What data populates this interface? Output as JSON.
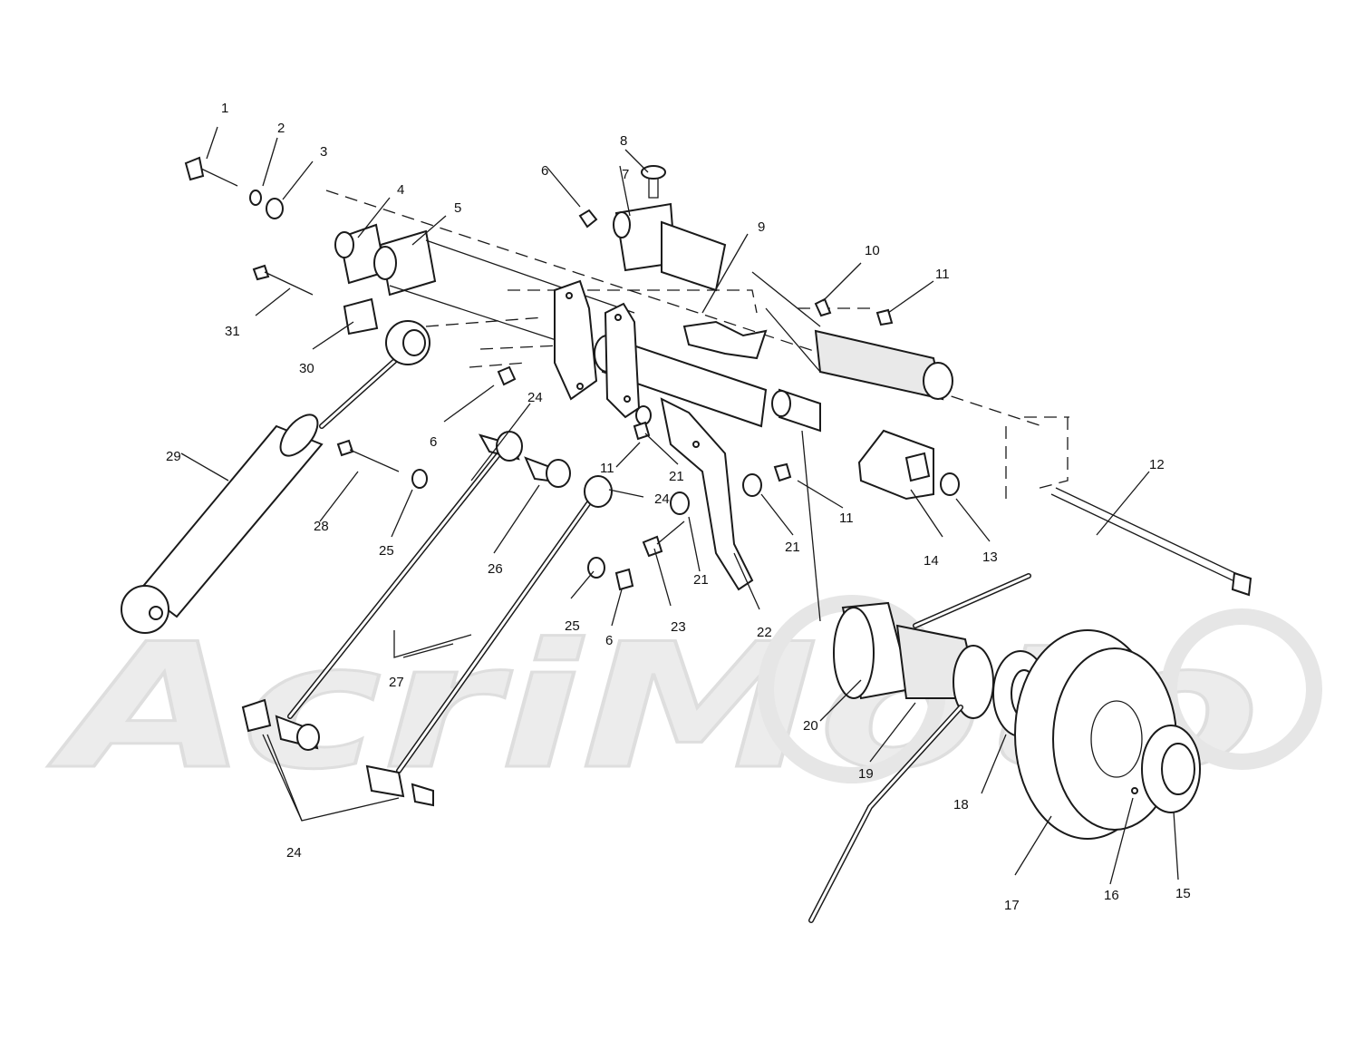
{
  "watermark": {
    "text": "AcriMoto"
  },
  "callouts": [
    {
      "id": "c1",
      "label": "1"
    },
    {
      "id": "c2",
      "label": "2"
    },
    {
      "id": "c3",
      "label": "3"
    },
    {
      "id": "c4",
      "label": "4"
    },
    {
      "id": "c5",
      "label": "5"
    },
    {
      "id": "c6a",
      "label": "6"
    },
    {
      "id": "c6b",
      "label": "6"
    },
    {
      "id": "c6c",
      "label": "6"
    },
    {
      "id": "c6d",
      "label": "6"
    },
    {
      "id": "c7",
      "label": "7"
    },
    {
      "id": "c8",
      "label": "8"
    },
    {
      "id": "c9",
      "label": "9"
    },
    {
      "id": "c10",
      "label": "10"
    },
    {
      "id": "c11a",
      "label": "11"
    },
    {
      "id": "c11b",
      "label": "11"
    },
    {
      "id": "c11c",
      "label": "11"
    },
    {
      "id": "c12",
      "label": "12"
    },
    {
      "id": "c13",
      "label": "13"
    },
    {
      "id": "c14",
      "label": "14"
    },
    {
      "id": "c15",
      "label": "15"
    },
    {
      "id": "c16",
      "label": "16"
    },
    {
      "id": "c17",
      "label": "17"
    },
    {
      "id": "c18",
      "label": "18"
    },
    {
      "id": "c19",
      "label": "19"
    },
    {
      "id": "c20",
      "label": "20"
    },
    {
      "id": "c21a",
      "label": "21"
    },
    {
      "id": "c21b",
      "label": "21"
    },
    {
      "id": "c21c",
      "label": "21"
    },
    {
      "id": "c22",
      "label": "22"
    },
    {
      "id": "c23",
      "label": "23"
    },
    {
      "id": "c24a",
      "label": "24"
    },
    {
      "id": "c24b",
      "label": "24"
    },
    {
      "id": "c24c",
      "label": "24"
    },
    {
      "id": "c25a",
      "label": "25"
    },
    {
      "id": "c25b",
      "label": "25"
    },
    {
      "id": "c26",
      "label": "26"
    },
    {
      "id": "c27",
      "label": "27"
    },
    {
      "id": "c28",
      "label": "28"
    },
    {
      "id": "c29",
      "label": "29"
    },
    {
      "id": "c30",
      "label": "30"
    },
    {
      "id": "c31",
      "label": "31"
    }
  ]
}
